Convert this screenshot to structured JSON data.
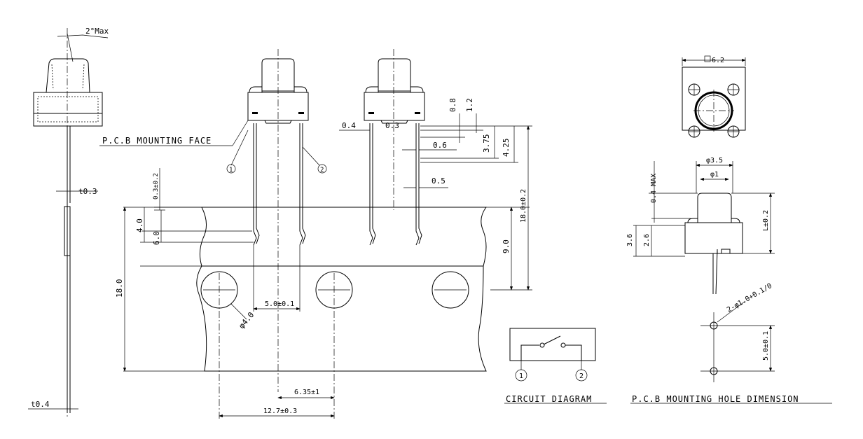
{
  "titles": {
    "pcb_mounting_face": "P.C.B MOUNTING FACE",
    "circuit_diagram": "CIRCUIT DIAGRAM",
    "pcb_mounting_hole": "P.C.B MOUNTING HOLE DIMENSION"
  },
  "side_view": {
    "angle": "2°Max",
    "t_lead": "t0.3",
    "t_tape": "t0.4"
  },
  "front_view": {
    "pin1": "1",
    "pin2": "2",
    "d_0_3_tol": "0.3±0.2",
    "d_4_0": "4.0",
    "d_6_0": "6.0",
    "d_18_0_left": "18.0",
    "d_5_0": "5.0±0.1",
    "d_phi4": "φ4.0",
    "d_6_35": "6.35±1",
    "d_12_7": "12.7±0.3",
    "d_0_4": "0.4",
    "d_0_3": "0.3",
    "d_0_6": "0.6",
    "d_0_5": "0.5",
    "d_0_8": "0.8",
    "d_1_2": "1.2",
    "d_3_75": "3.75",
    "d_4_25": "4.25",
    "d_18_0_right": "18.0±0.2",
    "d_9_0": "9.0"
  },
  "top_view": {
    "size": "6.2"
  },
  "side_right": {
    "phi3_5": "φ3.5",
    "phi1": "φ1",
    "max04": "0.4 MAX",
    "d_3_6": "3.6",
    "d_2_6": "2.6",
    "l_tol": "L±0.2"
  },
  "hole": {
    "hole_dia": "2-φ1.0+0.1/0",
    "pitch": "5.0±0.1"
  },
  "circuit": {
    "pin1": "1",
    "pin2": "2"
  }
}
